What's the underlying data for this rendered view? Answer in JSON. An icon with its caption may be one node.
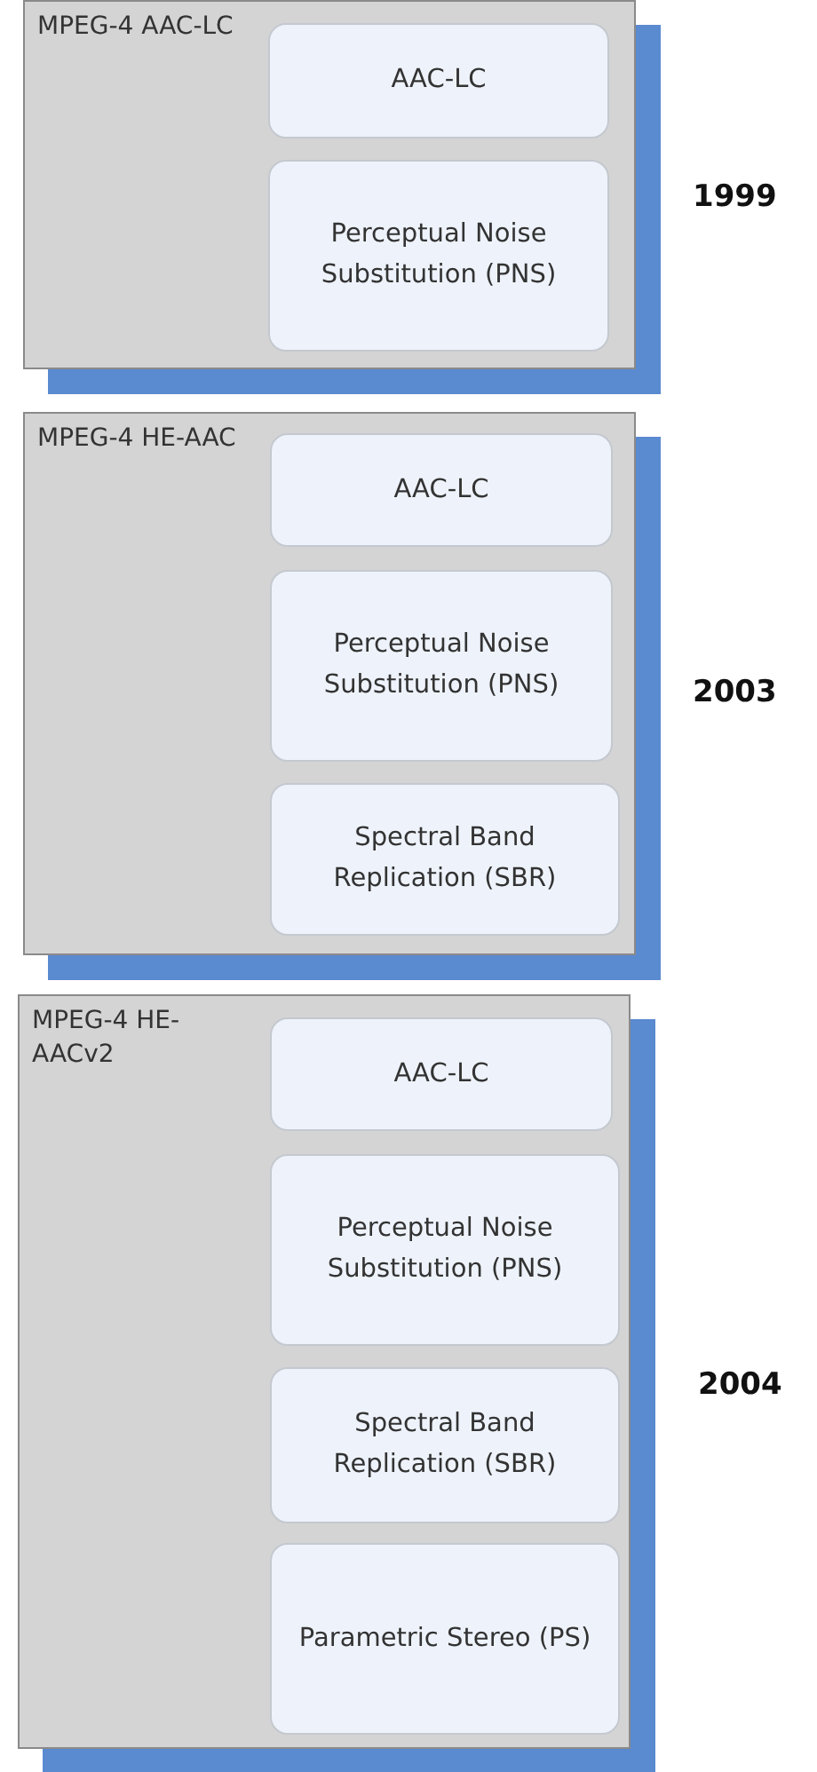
{
  "diagram": {
    "nodes": [
      {
        "text": [
          "MPEG-4 AAC-LC"
        ],
        "beside": [
          "1999"
        ]
      },
      {
        "text": [
          "AAC-LC"
        ],
        "in": 0
      },
      {
        "text": [
          "Perceptual Noise Substitution (PNS)"
        ],
        "in": 0
      },
      {
        "text": [
          "MPEG-4 HE-AAC"
        ],
        "beside": [
          "2003"
        ]
      },
      {
        "text": [
          "AAC-LC"
        ],
        "in": 3
      },
      {
        "text": [
          "Perceptual Noise Substitution (PNS)"
        ],
        "in": 3
      },
      {
        "text": [
          "Spectral Band Replication (SBR)"
        ],
        "in": 3
      },
      {
        "text": [
          "MPEG-4 HE-AACv2"
        ],
        "beside": [
          "2004"
        ]
      },
      {
        "text": [
          "AAC-LC"
        ],
        "in": 7
      },
      {
        "text": [
          "Perceptual Noise Substitution (PNS)"
        ],
        "in": 7
      },
      {
        "text": [
          "Spectral Band Replication (SBR)"
        ],
        "in": 7
      },
      {
        "text": [
          "Parametric Stereo (PS)"
        ],
        "in": 7
      }
    ]
  }
}
